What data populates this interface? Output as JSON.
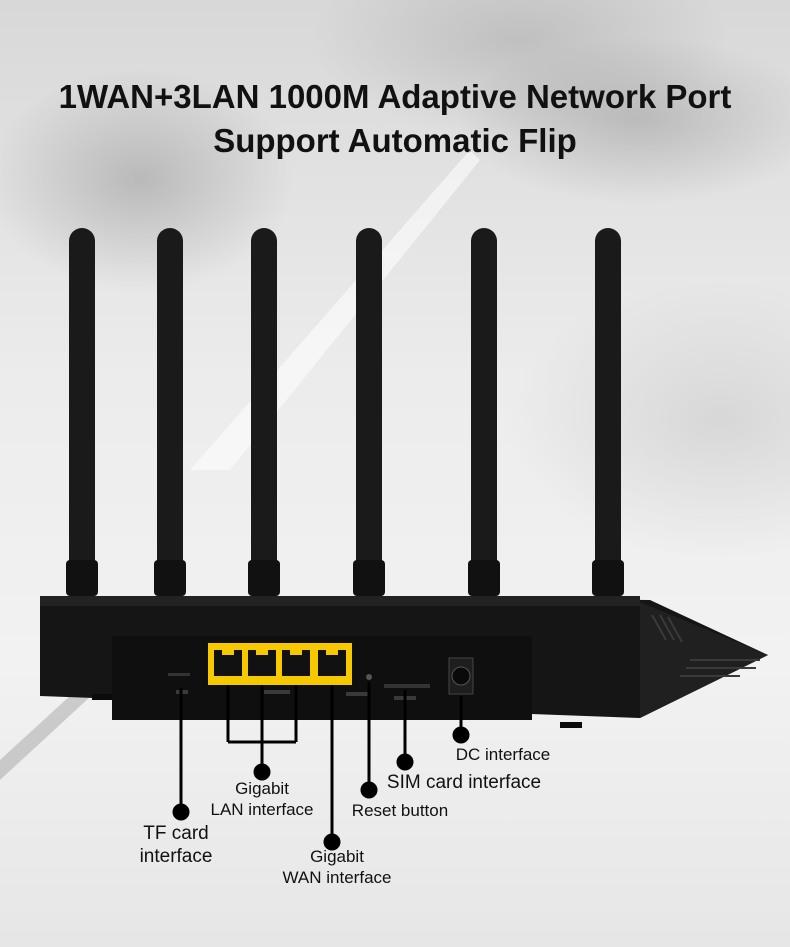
{
  "header": {
    "title_line1": "1WAN+3LAN 1000M Adaptive Network Port",
    "title_line2": "Support Automatic Flip"
  },
  "callouts": {
    "dc": "DC interface",
    "sim": "SIM card interface",
    "reset": "Reset button",
    "lan_line1": "Gigabit",
    "lan_line2": "LAN interface",
    "tf_line1": "TF card",
    "tf_line2": "interface",
    "wan_line1": "Gigabit",
    "wan_line2": "WAN interface"
  },
  "colors": {
    "port_yellow": "#f5c800",
    "device_black": "#151515"
  }
}
